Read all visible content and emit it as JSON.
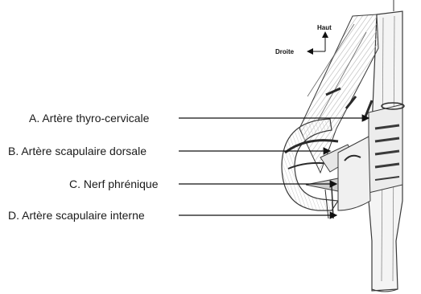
{
  "orientation": {
    "up_label": "Haut",
    "right_label": "Droite"
  },
  "labels": [
    {
      "text": "A. Artère thyro-cervicale"
    },
    {
      "text": "B. Artère scapulaire dorsale"
    },
    {
      "text": "C. Nerf phrénique"
    },
    {
      "text": "D. Artère scapulaire interne"
    }
  ],
  "colors": {
    "ink": "#1a1a1a",
    "sketch": "#3a3a3a",
    "shade": "#9a9a9a",
    "background": "#ffffff"
  }
}
